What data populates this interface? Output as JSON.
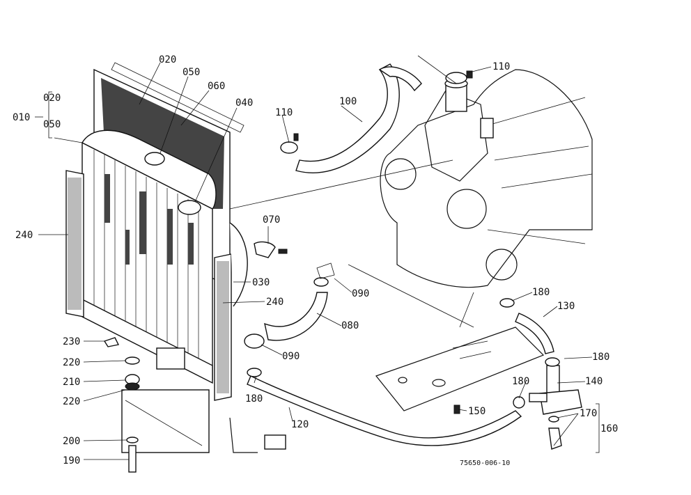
{
  "diagram": {
    "parts": [
      {
        "id": "010",
        "label": "010"
      },
      {
        "id": "020a",
        "label": "020"
      },
      {
        "id": "050a",
        "label": "050"
      },
      {
        "id": "020",
        "label": "020"
      },
      {
        "id": "050",
        "label": "050"
      },
      {
        "id": "060",
        "label": "060"
      },
      {
        "id": "040",
        "label": "040"
      },
      {
        "id": "100",
        "label": "100"
      },
      {
        "id": "110a",
        "label": "110"
      },
      {
        "id": "110b",
        "label": "110"
      },
      {
        "id": "070",
        "label": "070"
      },
      {
        "id": "030",
        "label": "030"
      },
      {
        "id": "240a",
        "label": "240"
      },
      {
        "id": "240b",
        "label": "240"
      },
      {
        "id": "090a",
        "label": "090"
      },
      {
        "id": "080",
        "label": "080"
      },
      {
        "id": "090b",
        "label": "090"
      },
      {
        "id": "180a",
        "label": "180"
      },
      {
        "id": "130",
        "label": "130"
      },
      {
        "id": "180b",
        "label": "180"
      },
      {
        "id": "140",
        "label": "140"
      },
      {
        "id": "180c",
        "label": "180"
      },
      {
        "id": "150",
        "label": "150"
      },
      {
        "id": "170",
        "label": "170"
      },
      {
        "id": "160",
        "label": "160"
      },
      {
        "id": "230",
        "label": "230"
      },
      {
        "id": "220a",
        "label": "220"
      },
      {
        "id": "210",
        "label": "210"
      },
      {
        "id": "220b",
        "label": "220"
      },
      {
        "id": "180d",
        "label": "180"
      },
      {
        "id": "120",
        "label": "120"
      },
      {
        "id": "200",
        "label": "200"
      },
      {
        "id": "190",
        "label": "190"
      }
    ],
    "drawing_number": "75650-006-10"
  }
}
